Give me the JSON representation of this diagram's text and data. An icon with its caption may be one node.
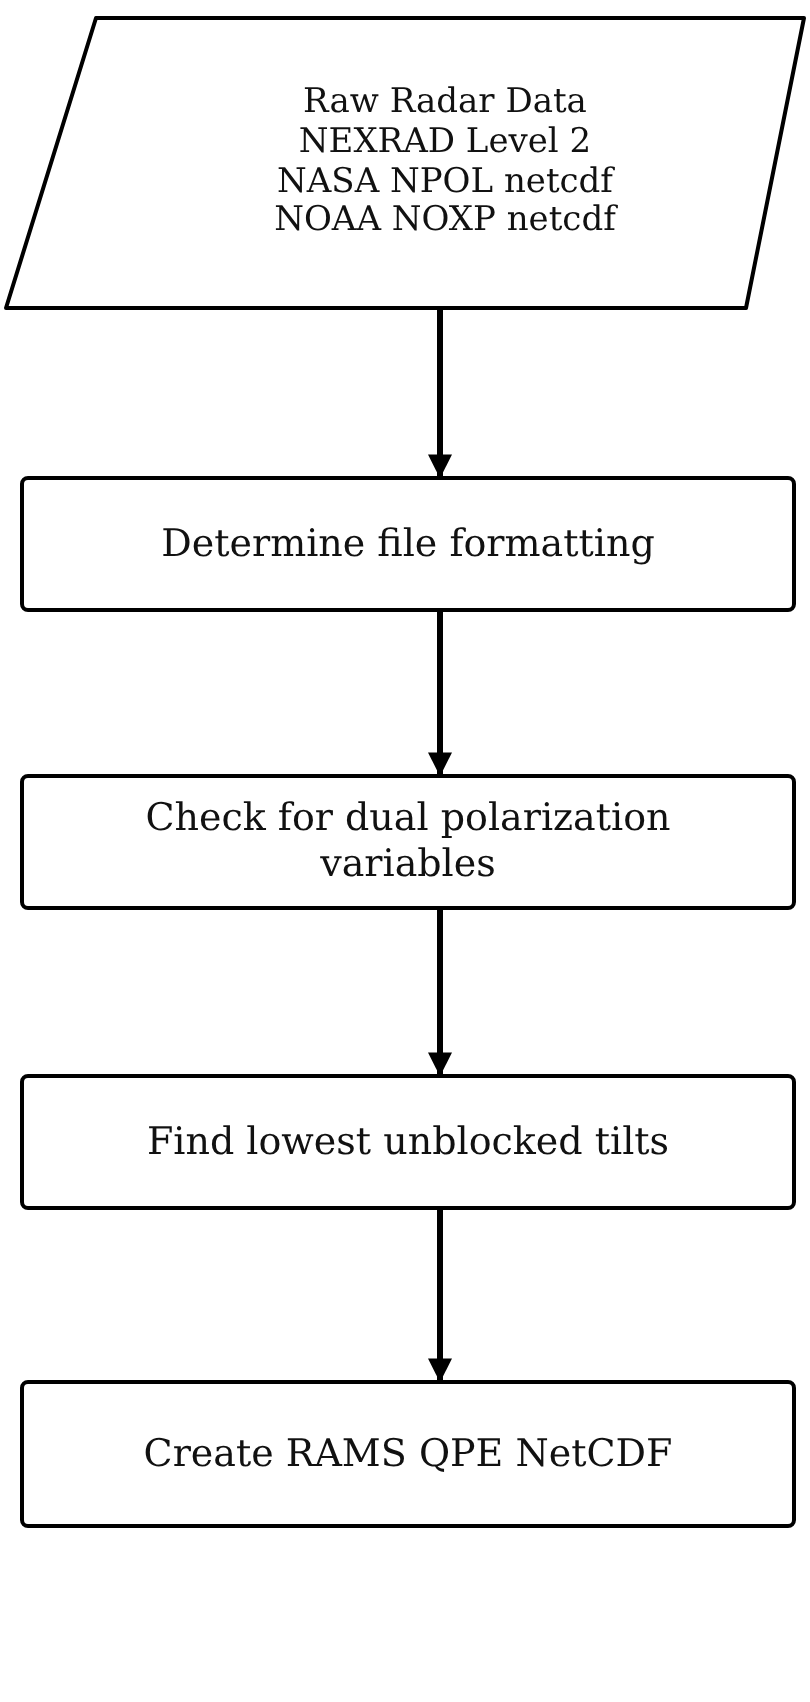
{
  "diagram": {
    "nodes": [
      {
        "text": [
          "Raw Radar Data",
          "NEXRAD Level 2",
          "NASA NPOL netcdf",
          "NOAA NOXP netcdf"
        ]
      },
      {
        "text": [
          "Determine file formatting"
        ]
      },
      {
        "text": [
          "Check for dual polarization variables"
        ]
      },
      {
        "text": [
          "Find lowest unblocked tilts"
        ]
      },
      {
        "text": [
          "Create RAMS QPE NetCDF"
        ]
      }
    ],
    "edges": [
      {
        "from": 0,
        "to": 1,
        "arrow": "to"
      },
      {
        "from": 1,
        "to": 2,
        "arrow": "to"
      },
      {
        "from": 2,
        "to": 3,
        "arrow": "to"
      },
      {
        "from": 3,
        "to": 4,
        "arrow": "to"
      }
    ]
  }
}
